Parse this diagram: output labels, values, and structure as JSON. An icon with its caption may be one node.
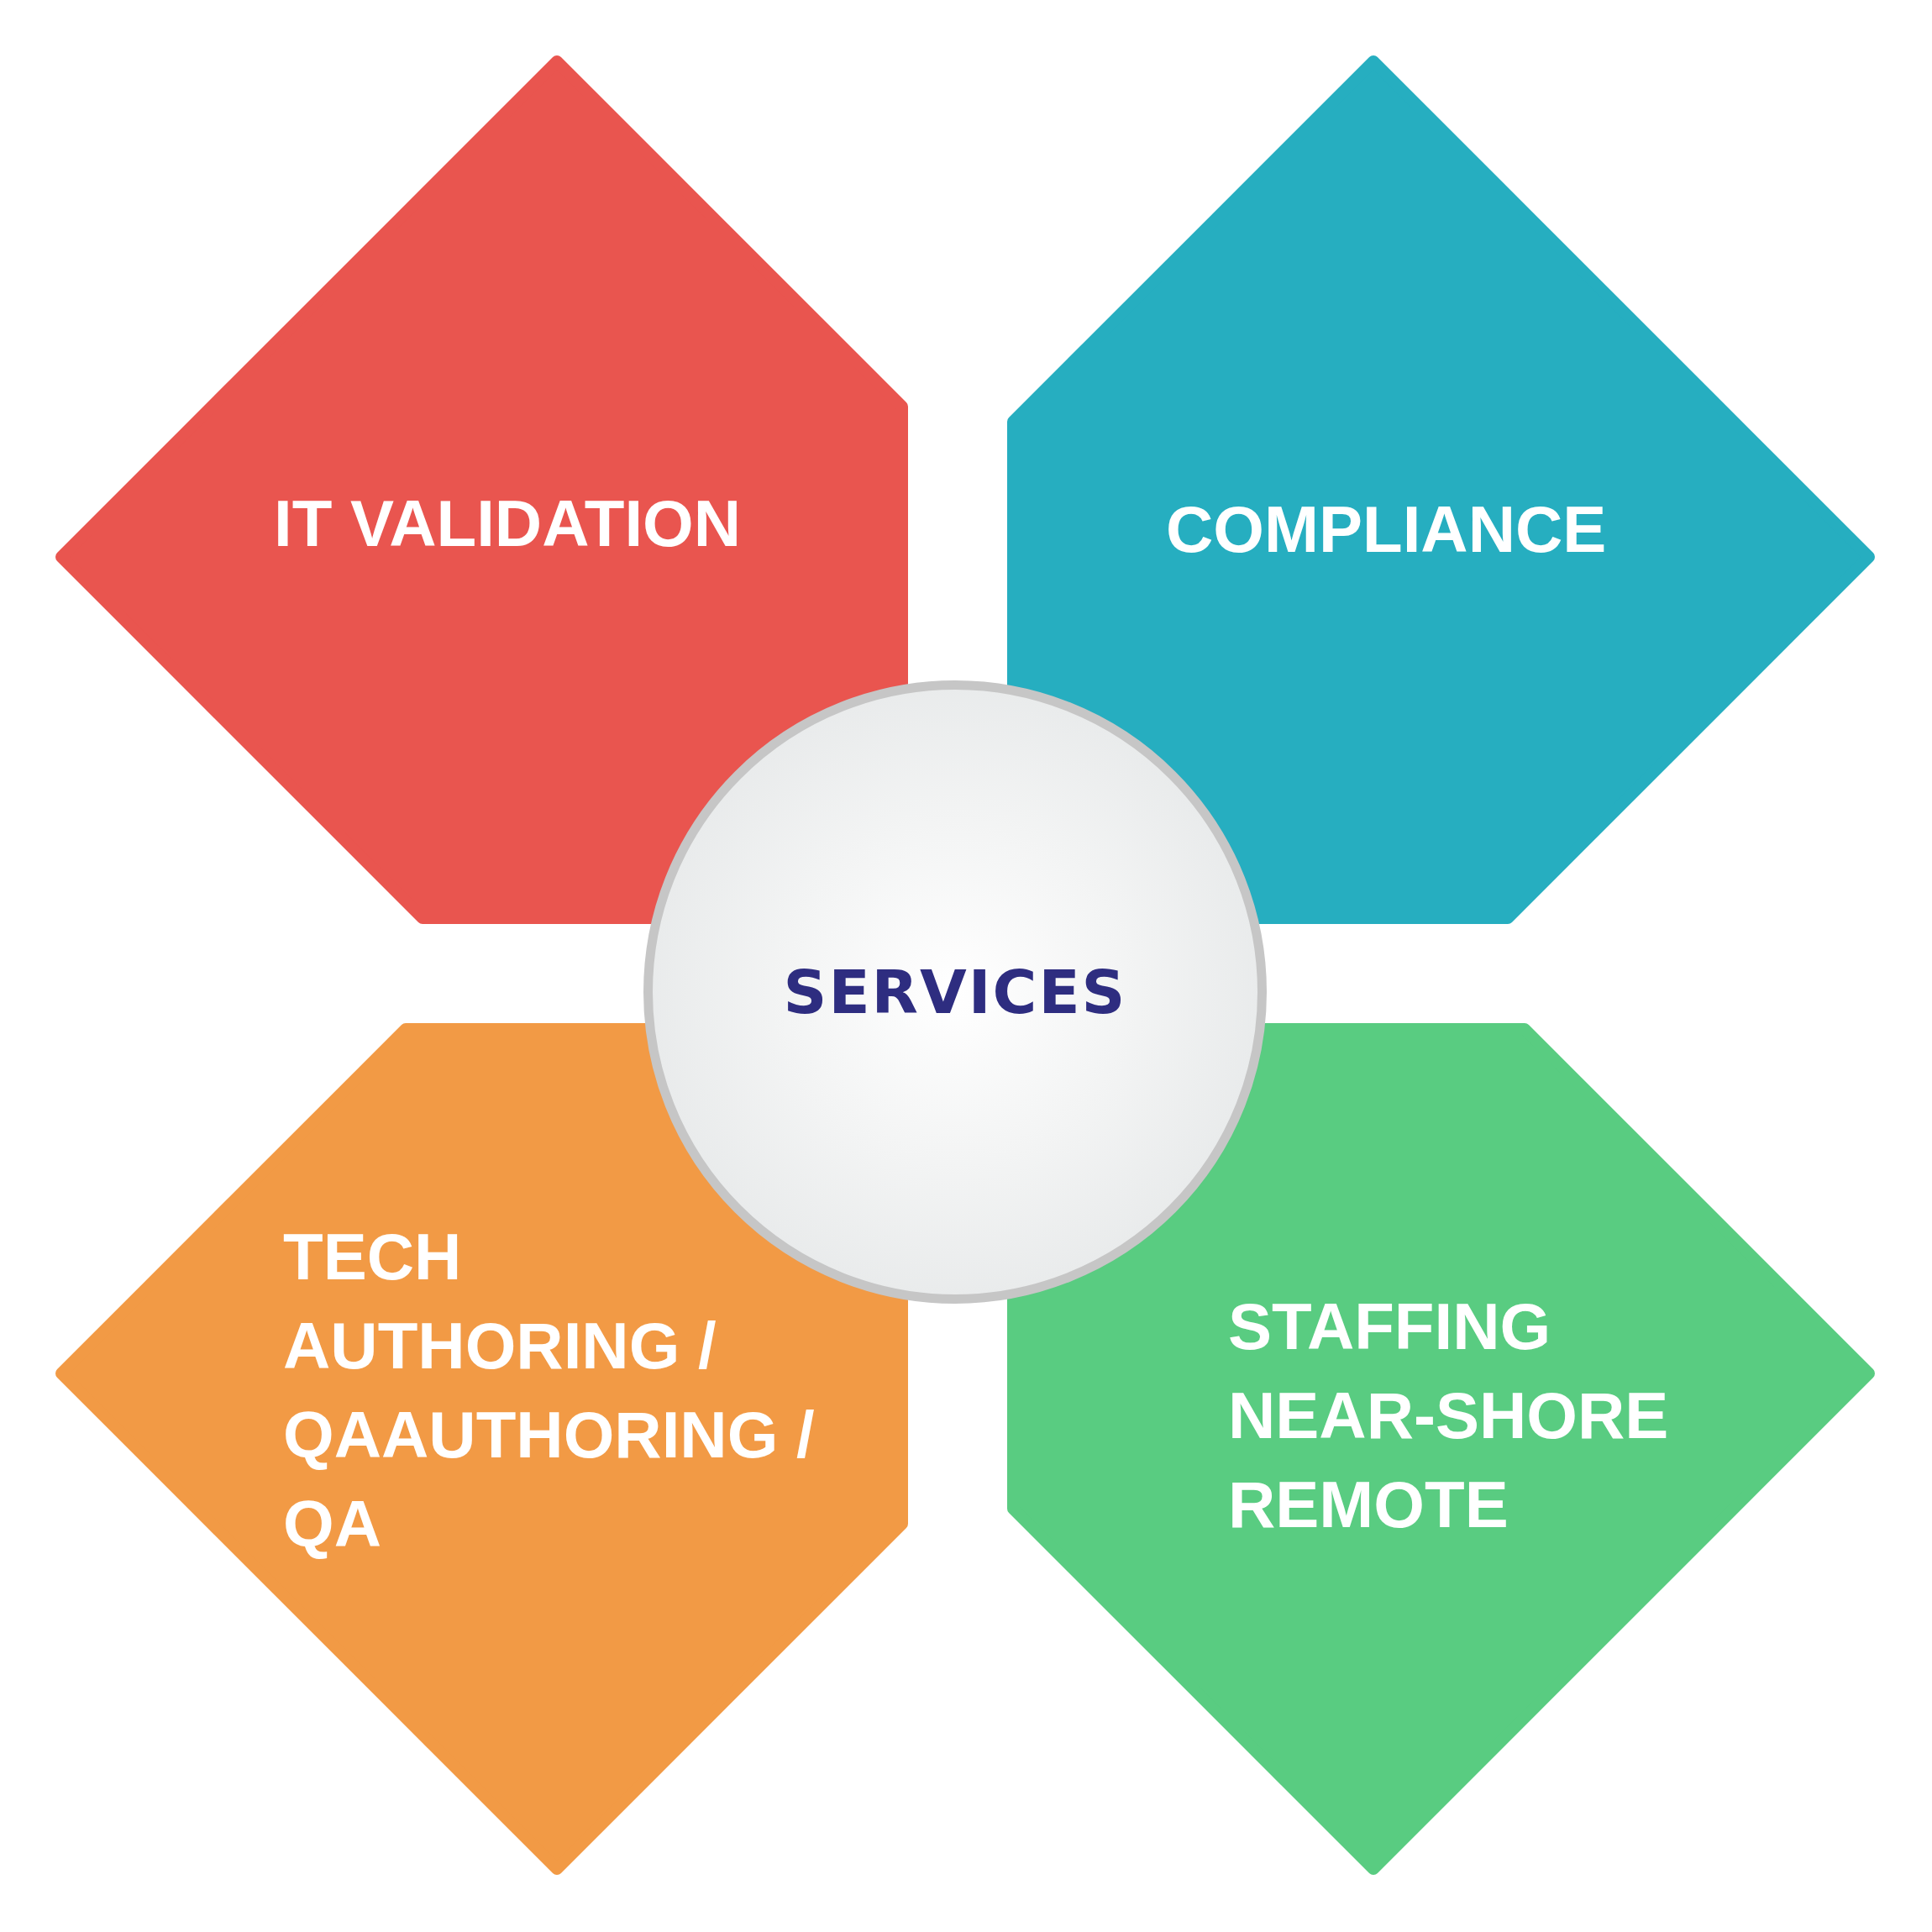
{
  "diagram": {
    "nodes": [
      {
        "text": [
          "IT VALIDATION"
        ]
      },
      {
        "text": [
          "COMPLIANCE"
        ]
      },
      {
        "text": [
          "SERVICES"
        ]
      },
      {
        "text": [
          "TECH AUTHORING / QAAUTHORING / QA"
        ]
      },
      {
        "text": [
          "STAFFING",
          "NEAR-SHORE",
          "REMOTE"
        ]
      }
    ]
  }
}
